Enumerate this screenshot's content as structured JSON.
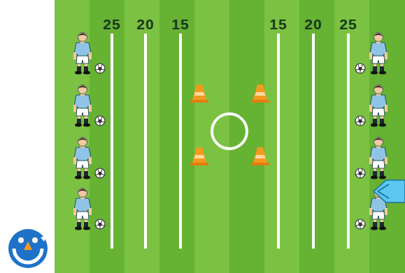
{
  "diagram": {
    "labels": [
      "25",
      "20",
      "15",
      "15",
      "20",
      "25"
    ]
  }
}
